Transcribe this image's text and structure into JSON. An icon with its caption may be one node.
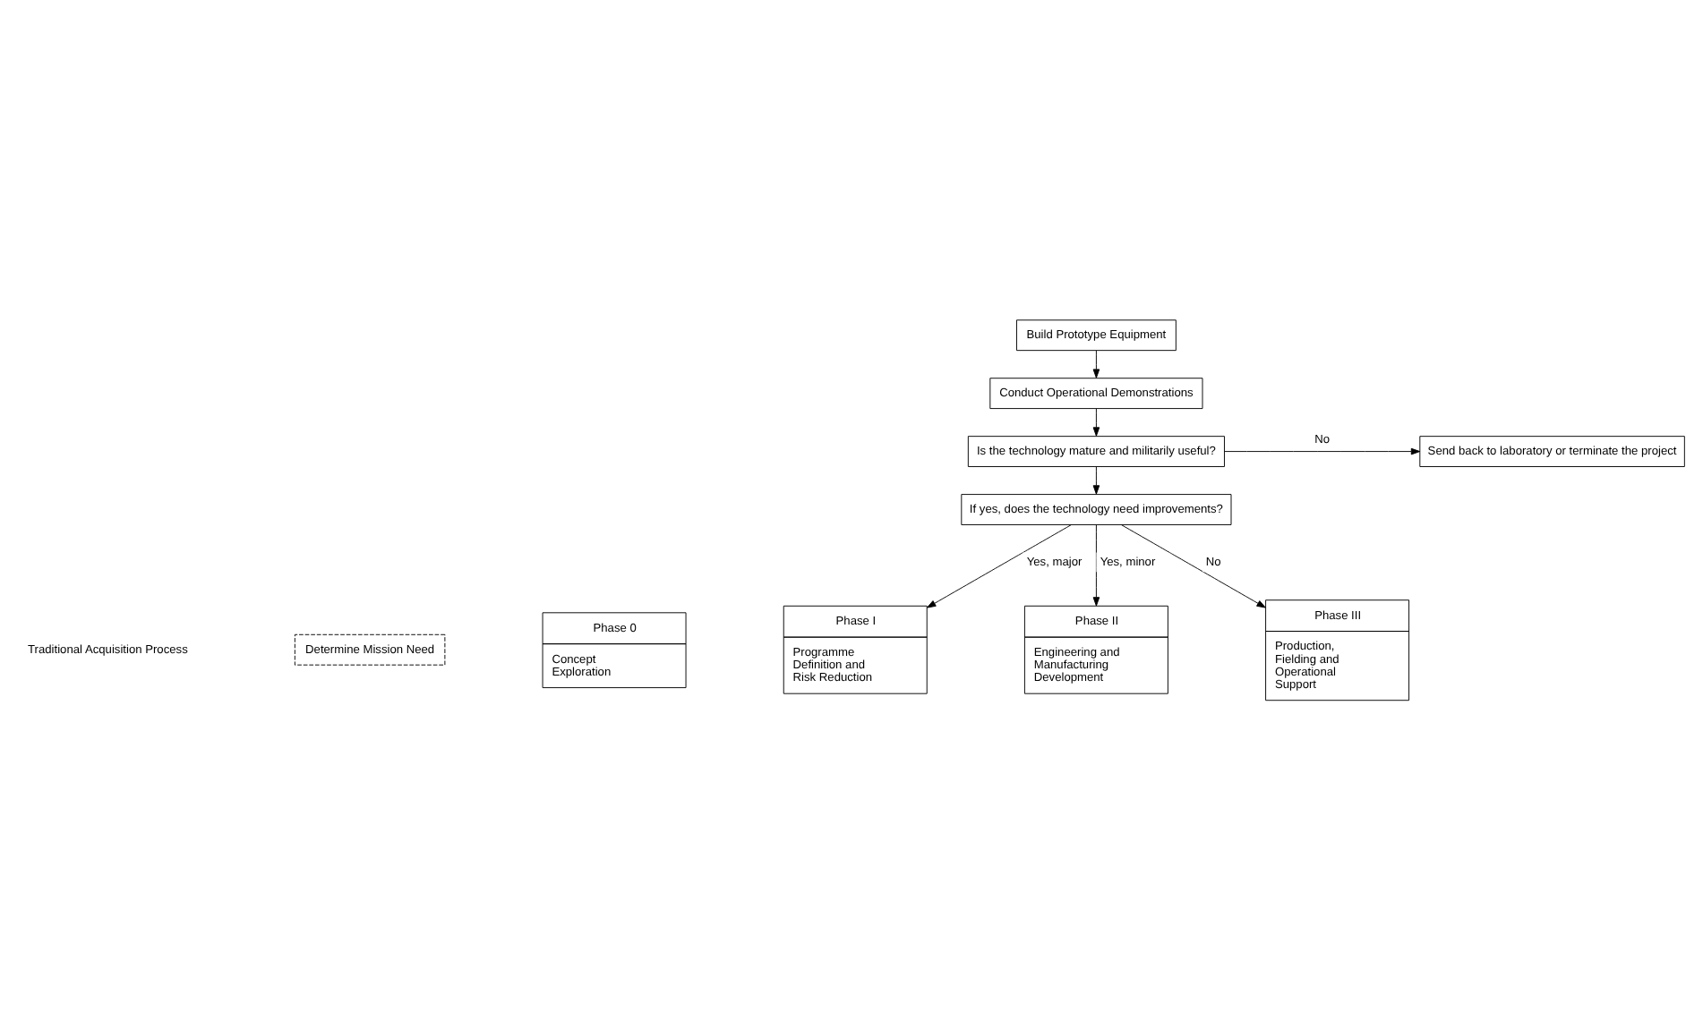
{
  "diagram": {
    "nodes": [
      {
        "text": [
          "Build Prototype Equipment"
        ]
      },
      {
        "text": [
          "Conduct Operational Demonstrations"
        ]
      },
      {
        "text": [
          "Is the technology mature and militarily useful?"
        ]
      },
      {
        "text": [
          "Send back to laboratory or terminate the project"
        ]
      },
      {
        "text": [
          "If yes, does the technology need improvements?"
        ]
      },
      {
        "text": [
          "Determine Mission Need"
        ]
      },
      {
        "text": [
          "Phase 0",
          "Concept Exploration"
        ]
      },
      {
        "text": [
          "Phase I",
          "Programme Definition and Risk Reduction"
        ]
      },
      {
        "text": [
          "Phase II",
          "Engineering and Manufacturing Development"
        ]
      },
      {
        "text": [
          "Phase III",
          "Production, Fielding and Operational Support"
        ]
      }
    ],
    "edges": [
      {
        "from": 0,
        "to": 1,
        "arrow": "to"
      },
      {
        "from": 1,
        "to": 2,
        "arrow": "to"
      },
      {
        "from": 2,
        "to": 3,
        "arrow": "to",
        "label": "No"
      },
      {
        "from": 2,
        "to": 4,
        "arrow": "to"
      },
      {
        "from": 4,
        "to": 7,
        "arrow": "to",
        "label": "Yes, major"
      },
      {
        "from": 4,
        "to": 8,
        "arrow": "to",
        "label": "Yes, minor"
      },
      {
        "from": 4,
        "to": 9,
        "arrow": "to",
        "label": "No"
      }
    ],
    "labels": [
      "Traditional Acquisition Process"
    ]
  }
}
